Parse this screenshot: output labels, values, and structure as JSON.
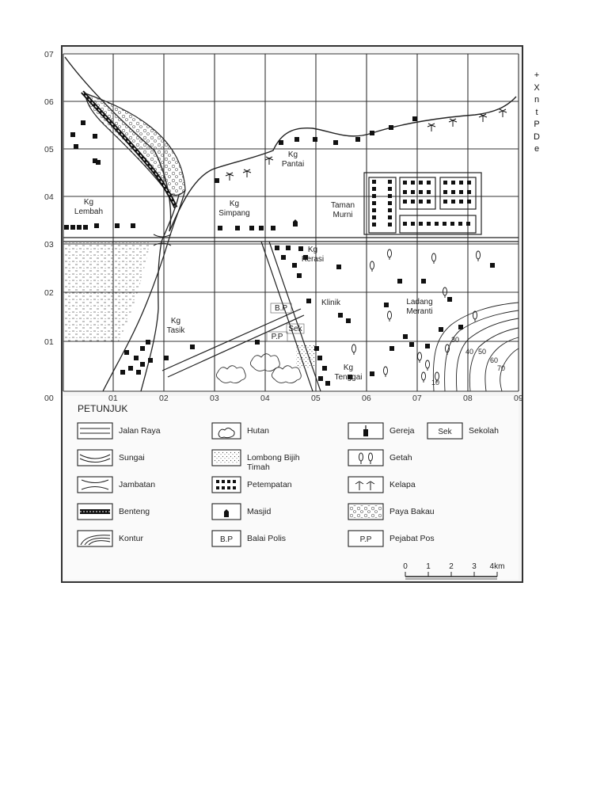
{
  "side_letters": [
    "+",
    "X",
    "n",
    "t",
    "P",
    "D",
    "e"
  ],
  "grid": {
    "x_labels": [
      "00",
      "01",
      "02",
      "03",
      "04",
      "05",
      "06",
      "07",
      "08",
      "09"
    ],
    "y_labels": [
      "07",
      "06",
      "05",
      "04",
      "03",
      "02",
      "01"
    ]
  },
  "places": [
    {
      "id": "kg-lembah",
      "lines": [
        "Kg",
        "Lembah"
      ]
    },
    {
      "id": "kg-simpang",
      "lines": [
        "Kg",
        "Simpang"
      ]
    },
    {
      "id": "kg-pantai",
      "lines": [
        "Kg",
        "Pantai"
      ]
    },
    {
      "id": "taman-murni",
      "lines": [
        "Taman",
        "Murni"
      ]
    },
    {
      "id": "kg-kerasi",
      "lines": [
        "Kg",
        "Kerasi"
      ]
    },
    {
      "id": "klinik",
      "lines": [
        "Klinik"
      ]
    },
    {
      "id": "bp",
      "lines": [
        "B.P"
      ]
    },
    {
      "id": "pp",
      "lines": [
        "P.P"
      ]
    },
    {
      "id": "sek",
      "lines": [
        "Sek"
      ]
    },
    {
      "id": "kg-tasik",
      "lines": [
        "Kg",
        "Tasik"
      ]
    },
    {
      "id": "kg-tenggai",
      "lines": [
        "Kg",
        "Tenggai"
      ]
    },
    {
      "id": "ladang-meranti",
      "lines": [
        "Ladang",
        "Meranti"
      ]
    }
  ],
  "contours": [
    "10",
    "30",
    "40",
    "50",
    "60",
    "70"
  ],
  "legend": {
    "title": "PETUNJUK",
    "items": [
      {
        "id": "jalan-raya",
        "lines": [
          "Jalan Raya"
        ]
      },
      {
        "id": "hutan",
        "lines": [
          "Hutan"
        ]
      },
      {
        "id": "gereja",
        "lines": [
          "Gereja"
        ]
      },
      {
        "id": "sekolah",
        "badge": "Sek",
        "lines": [
          "Sekolah"
        ]
      },
      {
        "id": "sungai",
        "lines": [
          "Sungai"
        ]
      },
      {
        "id": "lombong",
        "lines": [
          "Lombong Bijih",
          "Timah"
        ]
      },
      {
        "id": "getah",
        "lines": [
          "Getah"
        ]
      },
      {
        "id": "jambatan",
        "lines": [
          "Jambatan"
        ]
      },
      {
        "id": "petempatan",
        "lines": [
          "Petempatan"
        ]
      },
      {
        "id": "kelapa",
        "lines": [
          "Kelapa"
        ]
      },
      {
        "id": "benteng",
        "lines": [
          "Benteng"
        ]
      },
      {
        "id": "masjid",
        "lines": [
          "Masjid"
        ]
      },
      {
        "id": "paya-bakau",
        "lines": [
          "Paya Bakau"
        ]
      },
      {
        "id": "kontur",
        "lines": [
          "Kontur"
        ]
      },
      {
        "id": "balai-polis",
        "badge": "B.P",
        "lines": [
          "Balai Polis"
        ]
      },
      {
        "id": "pejabat-pos",
        "badge": "P.P",
        "lines": [
          "Pejabat Pos"
        ]
      }
    ]
  },
  "scale": {
    "ticks": [
      "0",
      "1",
      "2",
      "3",
      "4km"
    ]
  }
}
